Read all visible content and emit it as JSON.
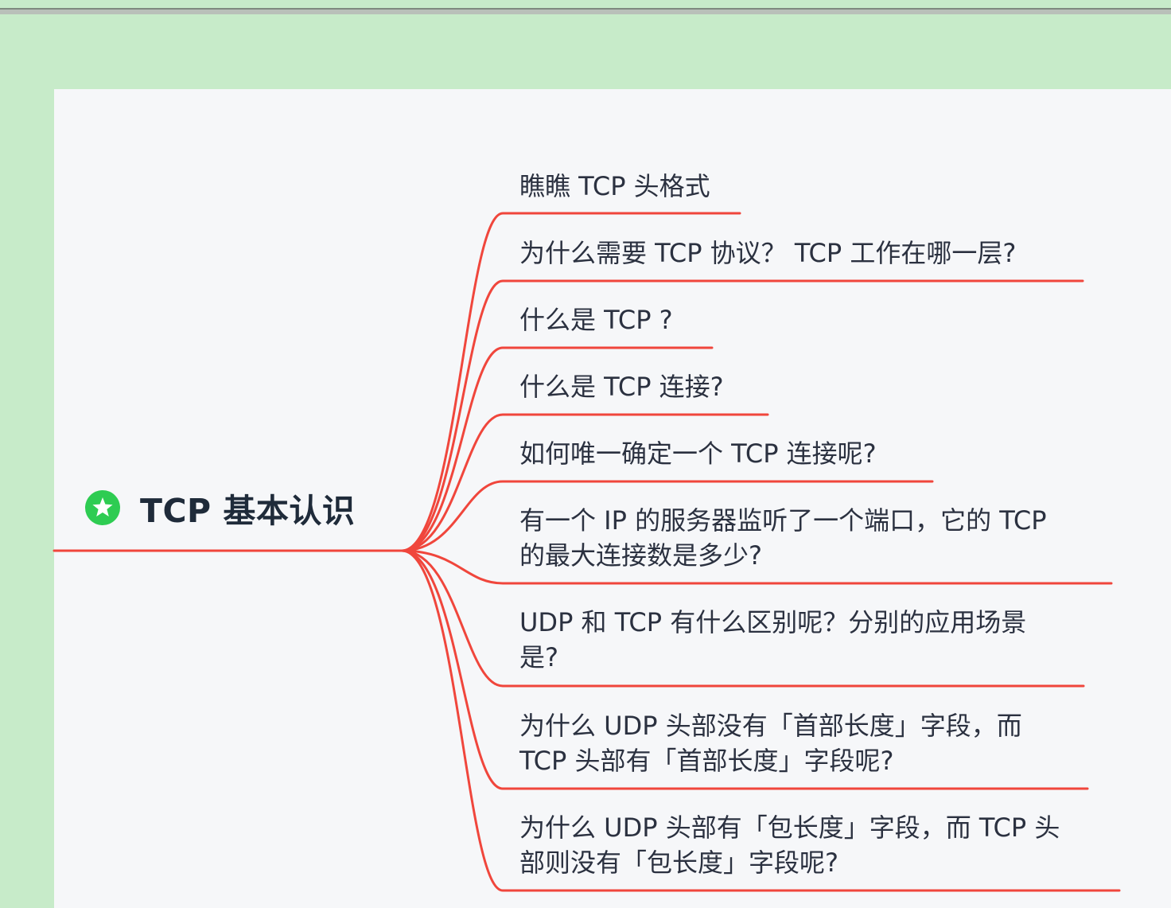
{
  "mindmap": {
    "root": {
      "label": "TCP 基本认识",
      "icon": "star-badge-icon"
    },
    "branches": [
      {
        "id": "b1",
        "lines": [
          "瞧瞧 TCP 头格式"
        ]
      },
      {
        "id": "b2",
        "lines": [
          "为什么需要 TCP 协议？ TCP 工作在哪一层?"
        ]
      },
      {
        "id": "b3",
        "lines": [
          "什么是 TCP ?"
        ]
      },
      {
        "id": "b4",
        "lines": [
          "什么是 TCP 连接?"
        ]
      },
      {
        "id": "b5",
        "lines": [
          "如何唯一确定一个 TCP 连接呢?"
        ]
      },
      {
        "id": "b6",
        "lines": [
          "有一个 IP 的服务器监听了一个端口，它的 TCP",
          "的最大连接数是多少?"
        ]
      },
      {
        "id": "b7",
        "lines": [
          "UDP 和 TCP 有什么区别呢？分别的应用场景",
          "是?"
        ]
      },
      {
        "id": "b8",
        "lines": [
          "为什么 UDP 头部没有「首部长度」字段，而",
          "TCP 头部有「首部长度」字段呢?"
        ]
      },
      {
        "id": "b9",
        "lines": [
          "为什么 UDP 头部有「包长度」字段，而 TCP 头",
          "部则没有「包长度」字段呢?"
        ]
      }
    ],
    "colors": {
      "edge": "#f0463c",
      "root_icon": "#2ecc52",
      "canvas": "#f6f7f9",
      "backdrop": "#c7ebc9"
    }
  }
}
